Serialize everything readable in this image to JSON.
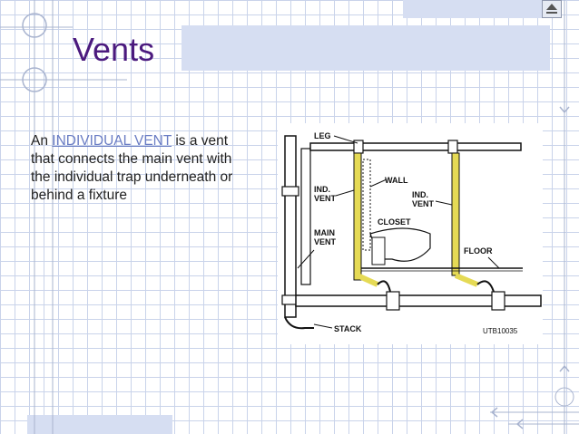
{
  "slide": {
    "title": "Vents",
    "body_prefix": "An ",
    "body_highlight": "INDIVIDUAL VENT",
    "body_suffix": " is a vent that connects the main vent with the individual trap underneath or behind a fixture"
  },
  "figure": {
    "labels": {
      "leg": "LEG",
      "ind_vent_left_1": "IND.",
      "ind_vent_left_2": "VENT",
      "wall": "WALL",
      "ind_vent_right_1": "IND.",
      "ind_vent_right_2": "VENT",
      "closet": "CLOSET",
      "main_vent_1": "MAIN",
      "main_vent_2": "VENT",
      "floor": "FLOOR",
      "stack": "STACK",
      "code": "UTB10035"
    }
  },
  "colors": {
    "title": "#4b1a7e",
    "highlight": "#6a7dc4",
    "grid": "#c9d3ea",
    "band": "#d6def2",
    "vent_pipe": "#e5da55"
  },
  "icons": [
    "scroll-up-icon",
    "corner-arrow-icon"
  ]
}
